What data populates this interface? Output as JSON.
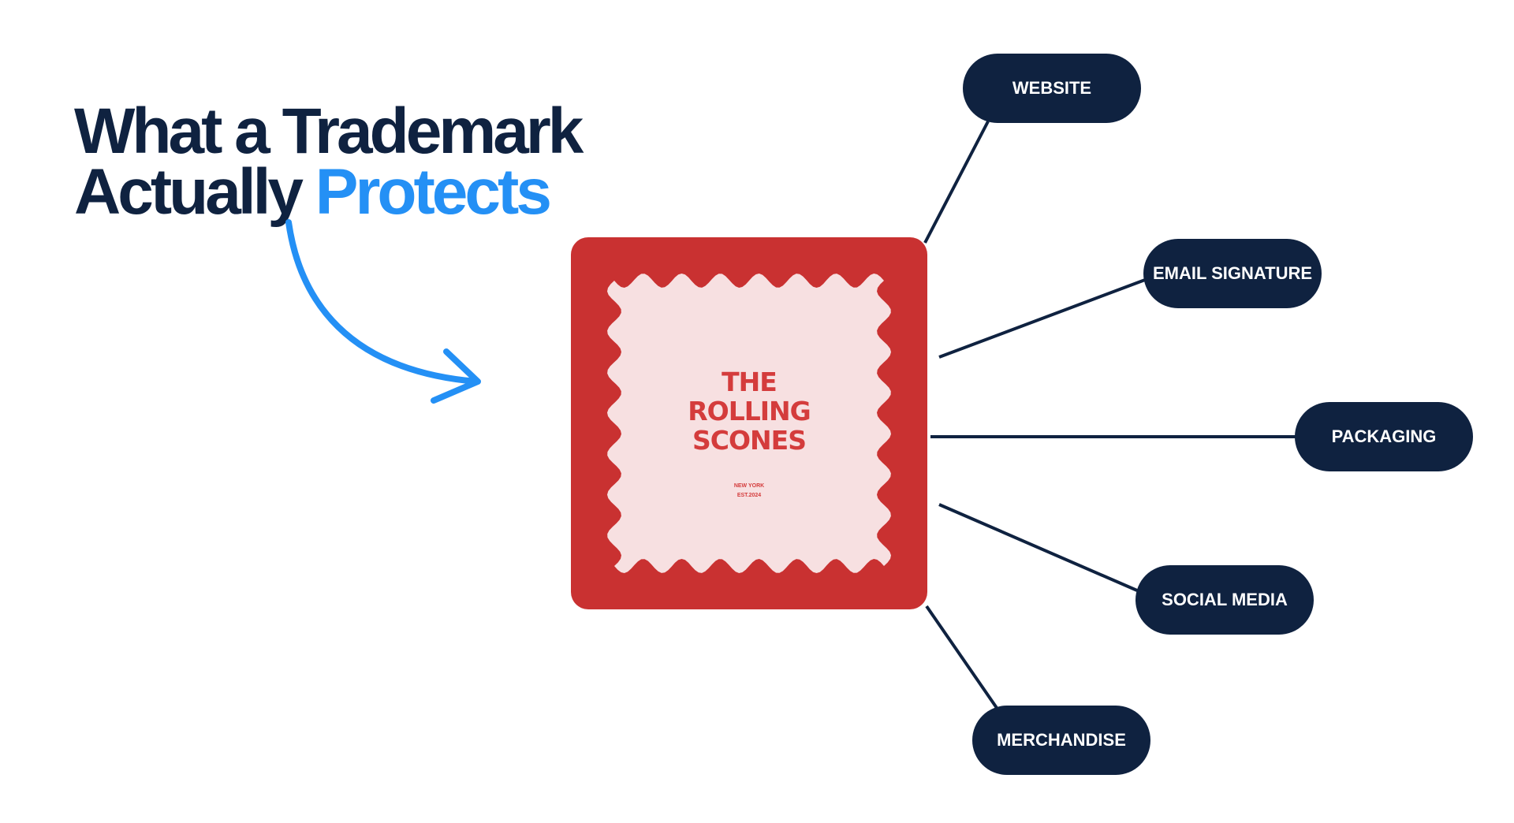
{
  "title": {
    "line1": "What a Trademark",
    "line2_prefix": "Actually",
    "line2_highlight": "Protects"
  },
  "logo": {
    "name_line1": "THE",
    "name_line2": "ROLLING",
    "name_line3": "SCONES",
    "location": "NEW YORK",
    "established": "EST.2024"
  },
  "uses": [
    "WEBSITE",
    "EMAIL SIGNATURE",
    "PACKAGING",
    "SOCIAL MEDIA",
    "MERCHANDISE"
  ],
  "colors": {
    "navy": "#0f2240",
    "accent": "#2490f5",
    "logo_red": "#c93131",
    "logo_bg": "#f7e0e1"
  }
}
